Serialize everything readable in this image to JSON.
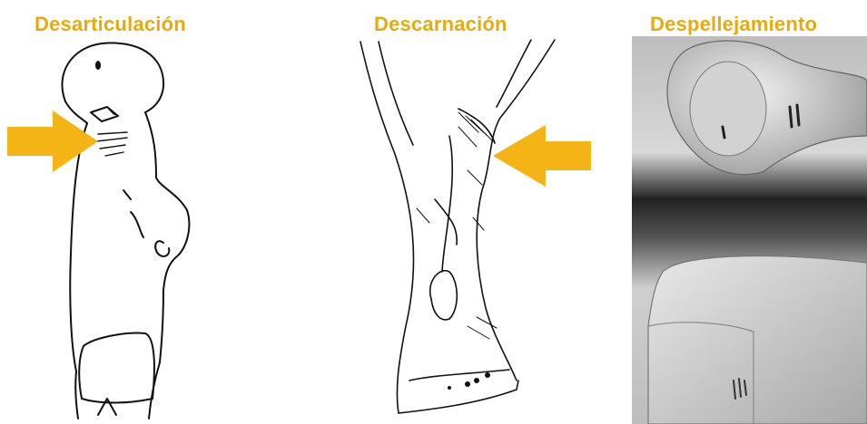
{
  "panels": [
    {
      "title": "Desarticulación"
    },
    {
      "title": "Descarnación"
    },
    {
      "title": "Despellejamiento"
    }
  ],
  "colors": {
    "title": "#e8a90e",
    "arrow": "#f4b416",
    "line": "#111111"
  },
  "icons": [
    "arrow-right-icon",
    "arrow-left-icon"
  ]
}
